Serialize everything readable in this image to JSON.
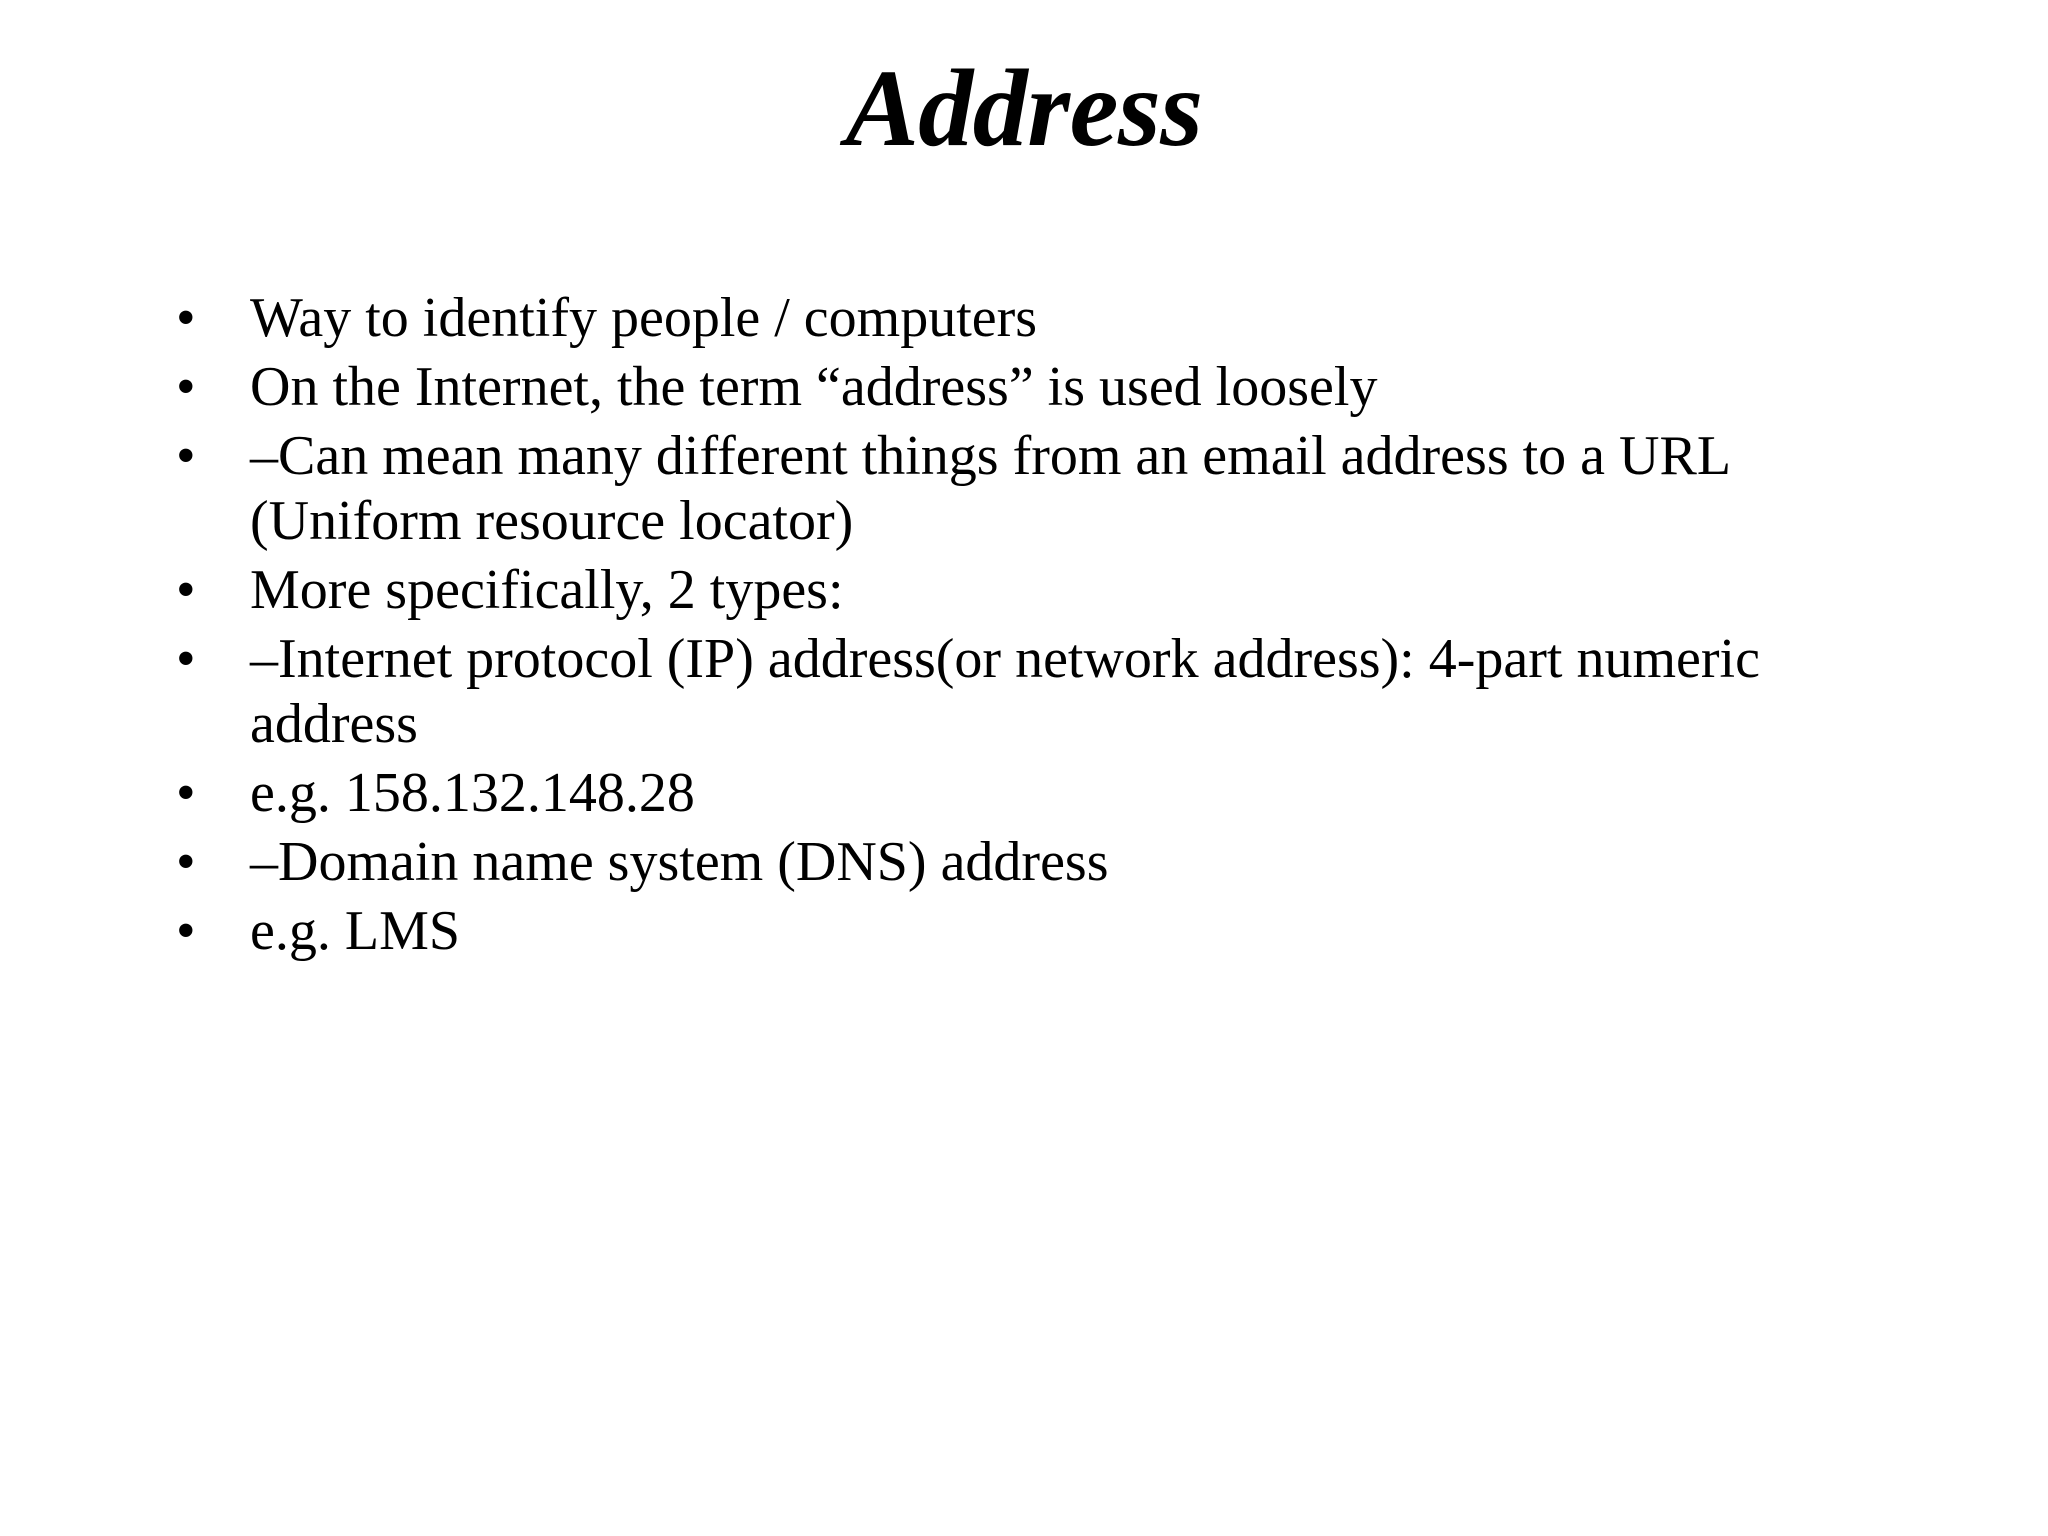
{
  "slide": {
    "title": "Address",
    "background_color": "#ffffff",
    "text_color": "#000000",
    "bullet_glyph": "•",
    "bullets": [
      {
        "marker": "•",
        "text": "Way to identify people / computers"
      },
      {
        "marker": "•",
        "text": "On the Internet, the term “address” is used loosely"
      },
      {
        "marker": "•",
        "text": "–Can mean many different things from an email address to a URL (Uniform resource locator)"
      },
      {
        "marker": "•",
        "text": "More specifically, 2 types:"
      },
      {
        "marker": "•",
        "text": "–Internet protocol (IP) address(or network address): 4-part numeric address"
      },
      {
        "marker": "•",
        "text": "e.g. 158.132.148.28"
      },
      {
        "marker": "•",
        "text": "–Domain name system (DNS) address"
      },
      {
        "marker": "•",
        "text": "e.g. LMS"
      }
    ]
  }
}
